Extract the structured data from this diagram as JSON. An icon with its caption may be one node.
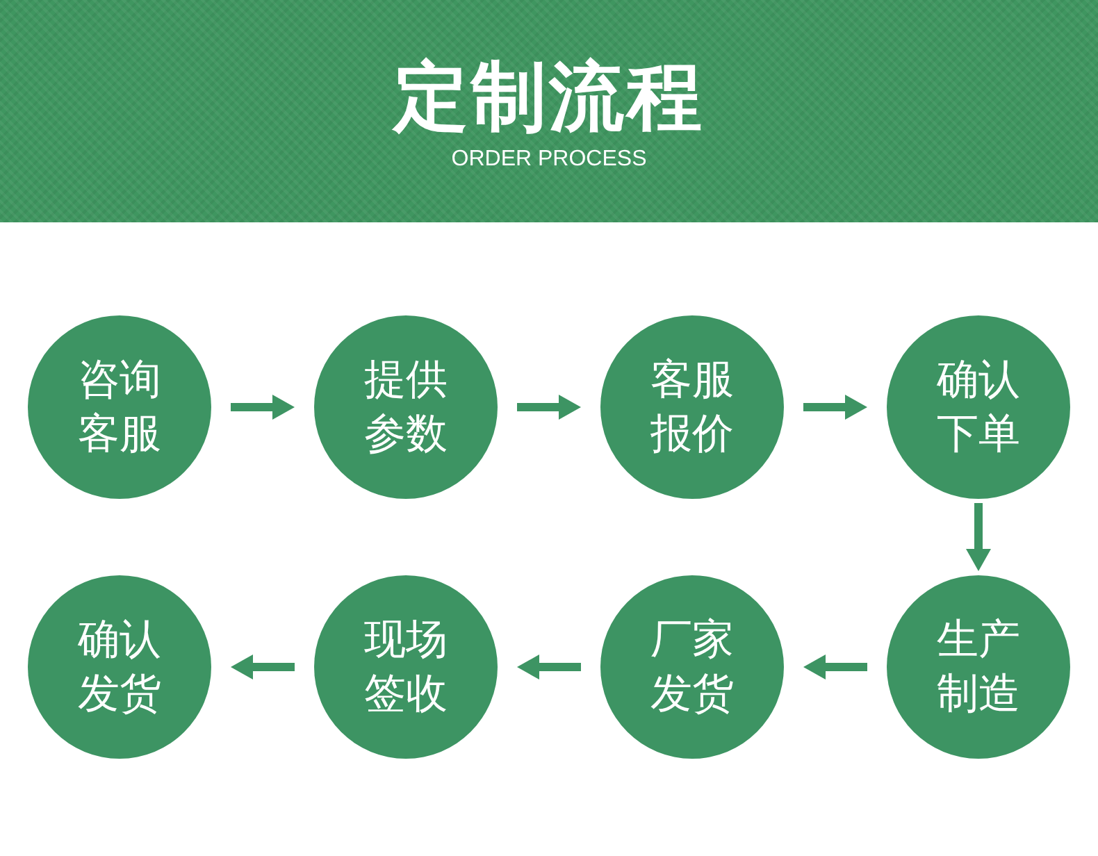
{
  "diagram": {
    "title": "定制流程",
    "caption": "ORDER PROCESS",
    "nodes": [
      {
        "text": [
          "咨询客服"
        ]
      },
      {
        "text": [
          "提供参数"
        ]
      },
      {
        "text": [
          "客服报价"
        ]
      },
      {
        "text": [
          "确认下单"
        ]
      },
      {
        "text": [
          "确认发货"
        ]
      },
      {
        "text": [
          "现场签收"
        ]
      },
      {
        "text": [
          "厂家发货"
        ]
      },
      {
        "text": [
          "生产制造"
        ]
      }
    ],
    "edges": [
      {
        "from": 0,
        "to": 1,
        "arrow": "to"
      },
      {
        "from": 1,
        "to": 2,
        "arrow": "to"
      },
      {
        "from": 2,
        "to": 3,
        "arrow": "to"
      },
      {
        "from": 3,
        "to": 7,
        "arrow": "to"
      },
      {
        "from": 7,
        "to": 6,
        "arrow": "to"
      },
      {
        "from": 6,
        "to": 5,
        "arrow": "to"
      },
      {
        "from": 5,
        "to": 4,
        "arrow": "to"
      }
    ]
  }
}
